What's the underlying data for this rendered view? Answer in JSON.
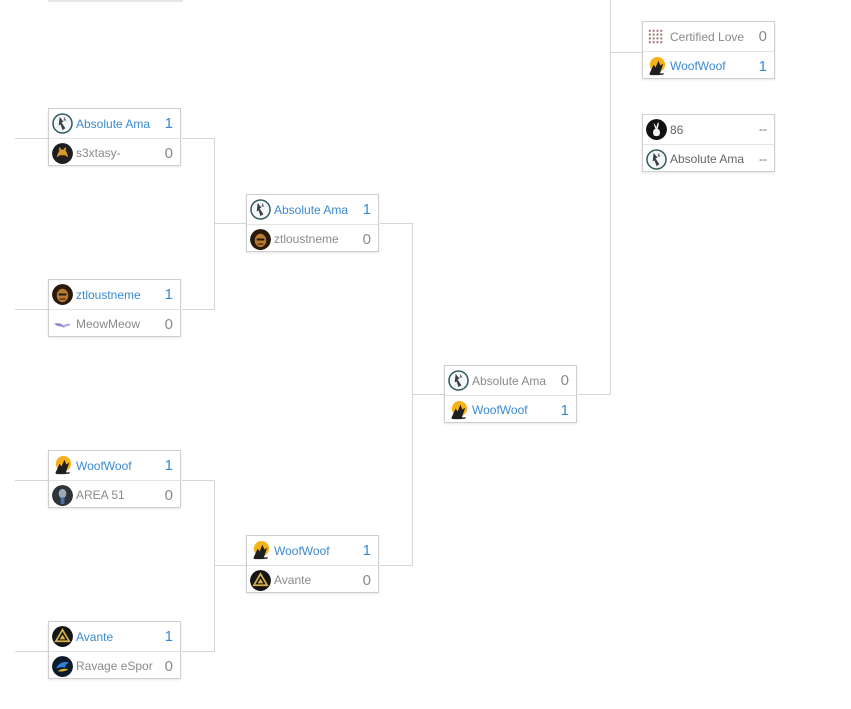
{
  "colors": {
    "winner_text": "#3a8ad0",
    "loser_text": "#8a8a8a",
    "connector": "#d6d6d6",
    "border": "#cfcfcf"
  },
  "matches": [
    {
      "id": "r1m1",
      "teams": [
        {
          "name": "Absolute Ama",
          "score": "1",
          "winner": true,
          "logo": "knight-logo-icon"
        },
        {
          "name": "s3xtasy-",
          "score": "0",
          "winner": false,
          "logo": "cat-logo-icon"
        }
      ]
    },
    {
      "id": "r1m2",
      "teams": [
        {
          "name": "ztloustneme",
          "score": "1",
          "winner": true,
          "logo": "face-logo-icon"
        },
        {
          "name": "MeowMeow",
          "score": "0",
          "winner": false,
          "logo": "bird-logo-icon"
        }
      ]
    },
    {
      "id": "r1m3",
      "teams": [
        {
          "name": "WoofWoof",
          "score": "1",
          "winner": true,
          "logo": "wolf-logo-icon"
        },
        {
          "name": "AREA 51",
          "score": "0",
          "winner": false,
          "logo": "alien-logo-icon"
        }
      ]
    },
    {
      "id": "r1m4",
      "teams": [
        {
          "name": "Avante",
          "score": "1",
          "winner": true,
          "logo": "triangle-logo-icon"
        },
        {
          "name": "Ravage eSpor",
          "score": "0",
          "winner": false,
          "logo": "dragon-logo-icon"
        }
      ]
    },
    {
      "id": "r2m1",
      "teams": [
        {
          "name": "Absolute Ama",
          "score": "1",
          "winner": true,
          "logo": "knight-logo-icon"
        },
        {
          "name": "ztloustneme",
          "score": "0",
          "winner": false,
          "logo": "face-logo-icon"
        }
      ]
    },
    {
      "id": "r2m2",
      "teams": [
        {
          "name": "WoofWoof",
          "score": "1",
          "winner": true,
          "logo": "wolf-logo-icon"
        },
        {
          "name": "Avante",
          "score": "0",
          "winner": false,
          "logo": "triangle-logo-icon"
        }
      ]
    },
    {
      "id": "r3m1",
      "teams": [
        {
          "name": "Absolute Ama",
          "score": "0",
          "winner": false,
          "logo": "knight-logo-icon"
        },
        {
          "name": "WoofWoof",
          "score": "1",
          "winner": true,
          "logo": "wolf-logo-icon"
        }
      ]
    },
    {
      "id": "r4m1",
      "teams": [
        {
          "name": "Certified Love",
          "score": "0",
          "winner": false,
          "logo": "bars-logo-icon"
        },
        {
          "name": "WoofWoof",
          "score": "1",
          "winner": true,
          "logo": "wolf-logo-icon"
        }
      ]
    },
    {
      "id": "r4m2",
      "teams": [
        {
          "name": "86",
          "score": "--",
          "winner": false,
          "logo": "rabbit-logo-icon"
        },
        {
          "name": "Absolute Ama",
          "score": "--",
          "winner": false,
          "logo": "knight-logo-icon"
        }
      ]
    }
  ]
}
